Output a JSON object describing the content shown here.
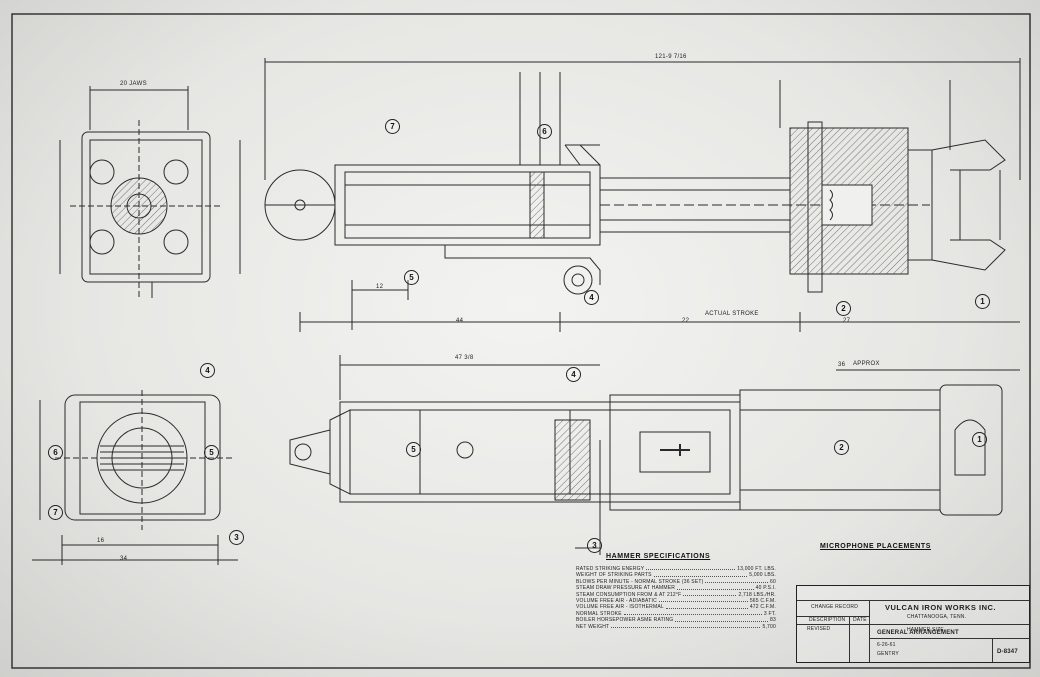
{
  "titles": {
    "hammer_specifications": "HAMMER SPECIFICATIONS",
    "microphone_placements": "MICROPHONE PLACEMENTS",
    "actual_stroke": "ACTUAL STROKE",
    "approx": "APPROX",
    "jaws": "20 JAWS"
  },
  "dimensions": {
    "overall_length": "121-9 7/16",
    "d_44": "44",
    "d_22": "22",
    "d_27": "27",
    "d_12": "12",
    "d_36": "36",
    "d_16": "16",
    "d_34": "34",
    "d_47": "47 3/8"
  },
  "balloons": [
    "1",
    "2",
    "3",
    "4",
    "5",
    "6",
    "7"
  ],
  "specs": [
    {
      "name": "RATED STRIKING ENERGY",
      "value": "13,000 FT. LBS."
    },
    {
      "name": "WEIGHT OF STRIKING PARTS",
      "value": "5,000 LBS."
    },
    {
      "name": "BLOWS PER MINUTE - NORMAL STROKE (36 SET)",
      "value": "60"
    },
    {
      "name": "STEAM DRAW PRESSURE AT HAMMER",
      "value": "40 P.S.I."
    },
    {
      "name": "STEAM CONSUMPTION FROM & AT 212°F",
      "value": "2,718 LBS./HR."
    },
    {
      "name": "VOLUME FREE AIR - ADIABATIC",
      "value": "565 C.F.M."
    },
    {
      "name": "VOLUME FREE AIR - ISOTHERMAL",
      "value": "472 C.F.M."
    },
    {
      "name": "NORMAL STROKE",
      "value": "3 FT."
    },
    {
      "name": "BOILER HORSEPOWER ASME RATING",
      "value": "83"
    },
    {
      "name": "NET WEIGHT",
      "value": "5,700"
    }
  ],
  "title_block": {
    "company": "VULCAN IRON WORKS INC.",
    "subtitle": "CHATTANOOGA, TENN.",
    "change_record": "CHANGE RECORD",
    "description": "DESCRIPTION",
    "date": "DATE",
    "revised": "REVISED",
    "hammer_size": "HAMMER SIZE",
    "drawing_title": "GENERAL ARRANGEMENT",
    "date_value": "6-26-61",
    "drawn_by": "GENTRY",
    "drawing_no": "D-8347"
  }
}
